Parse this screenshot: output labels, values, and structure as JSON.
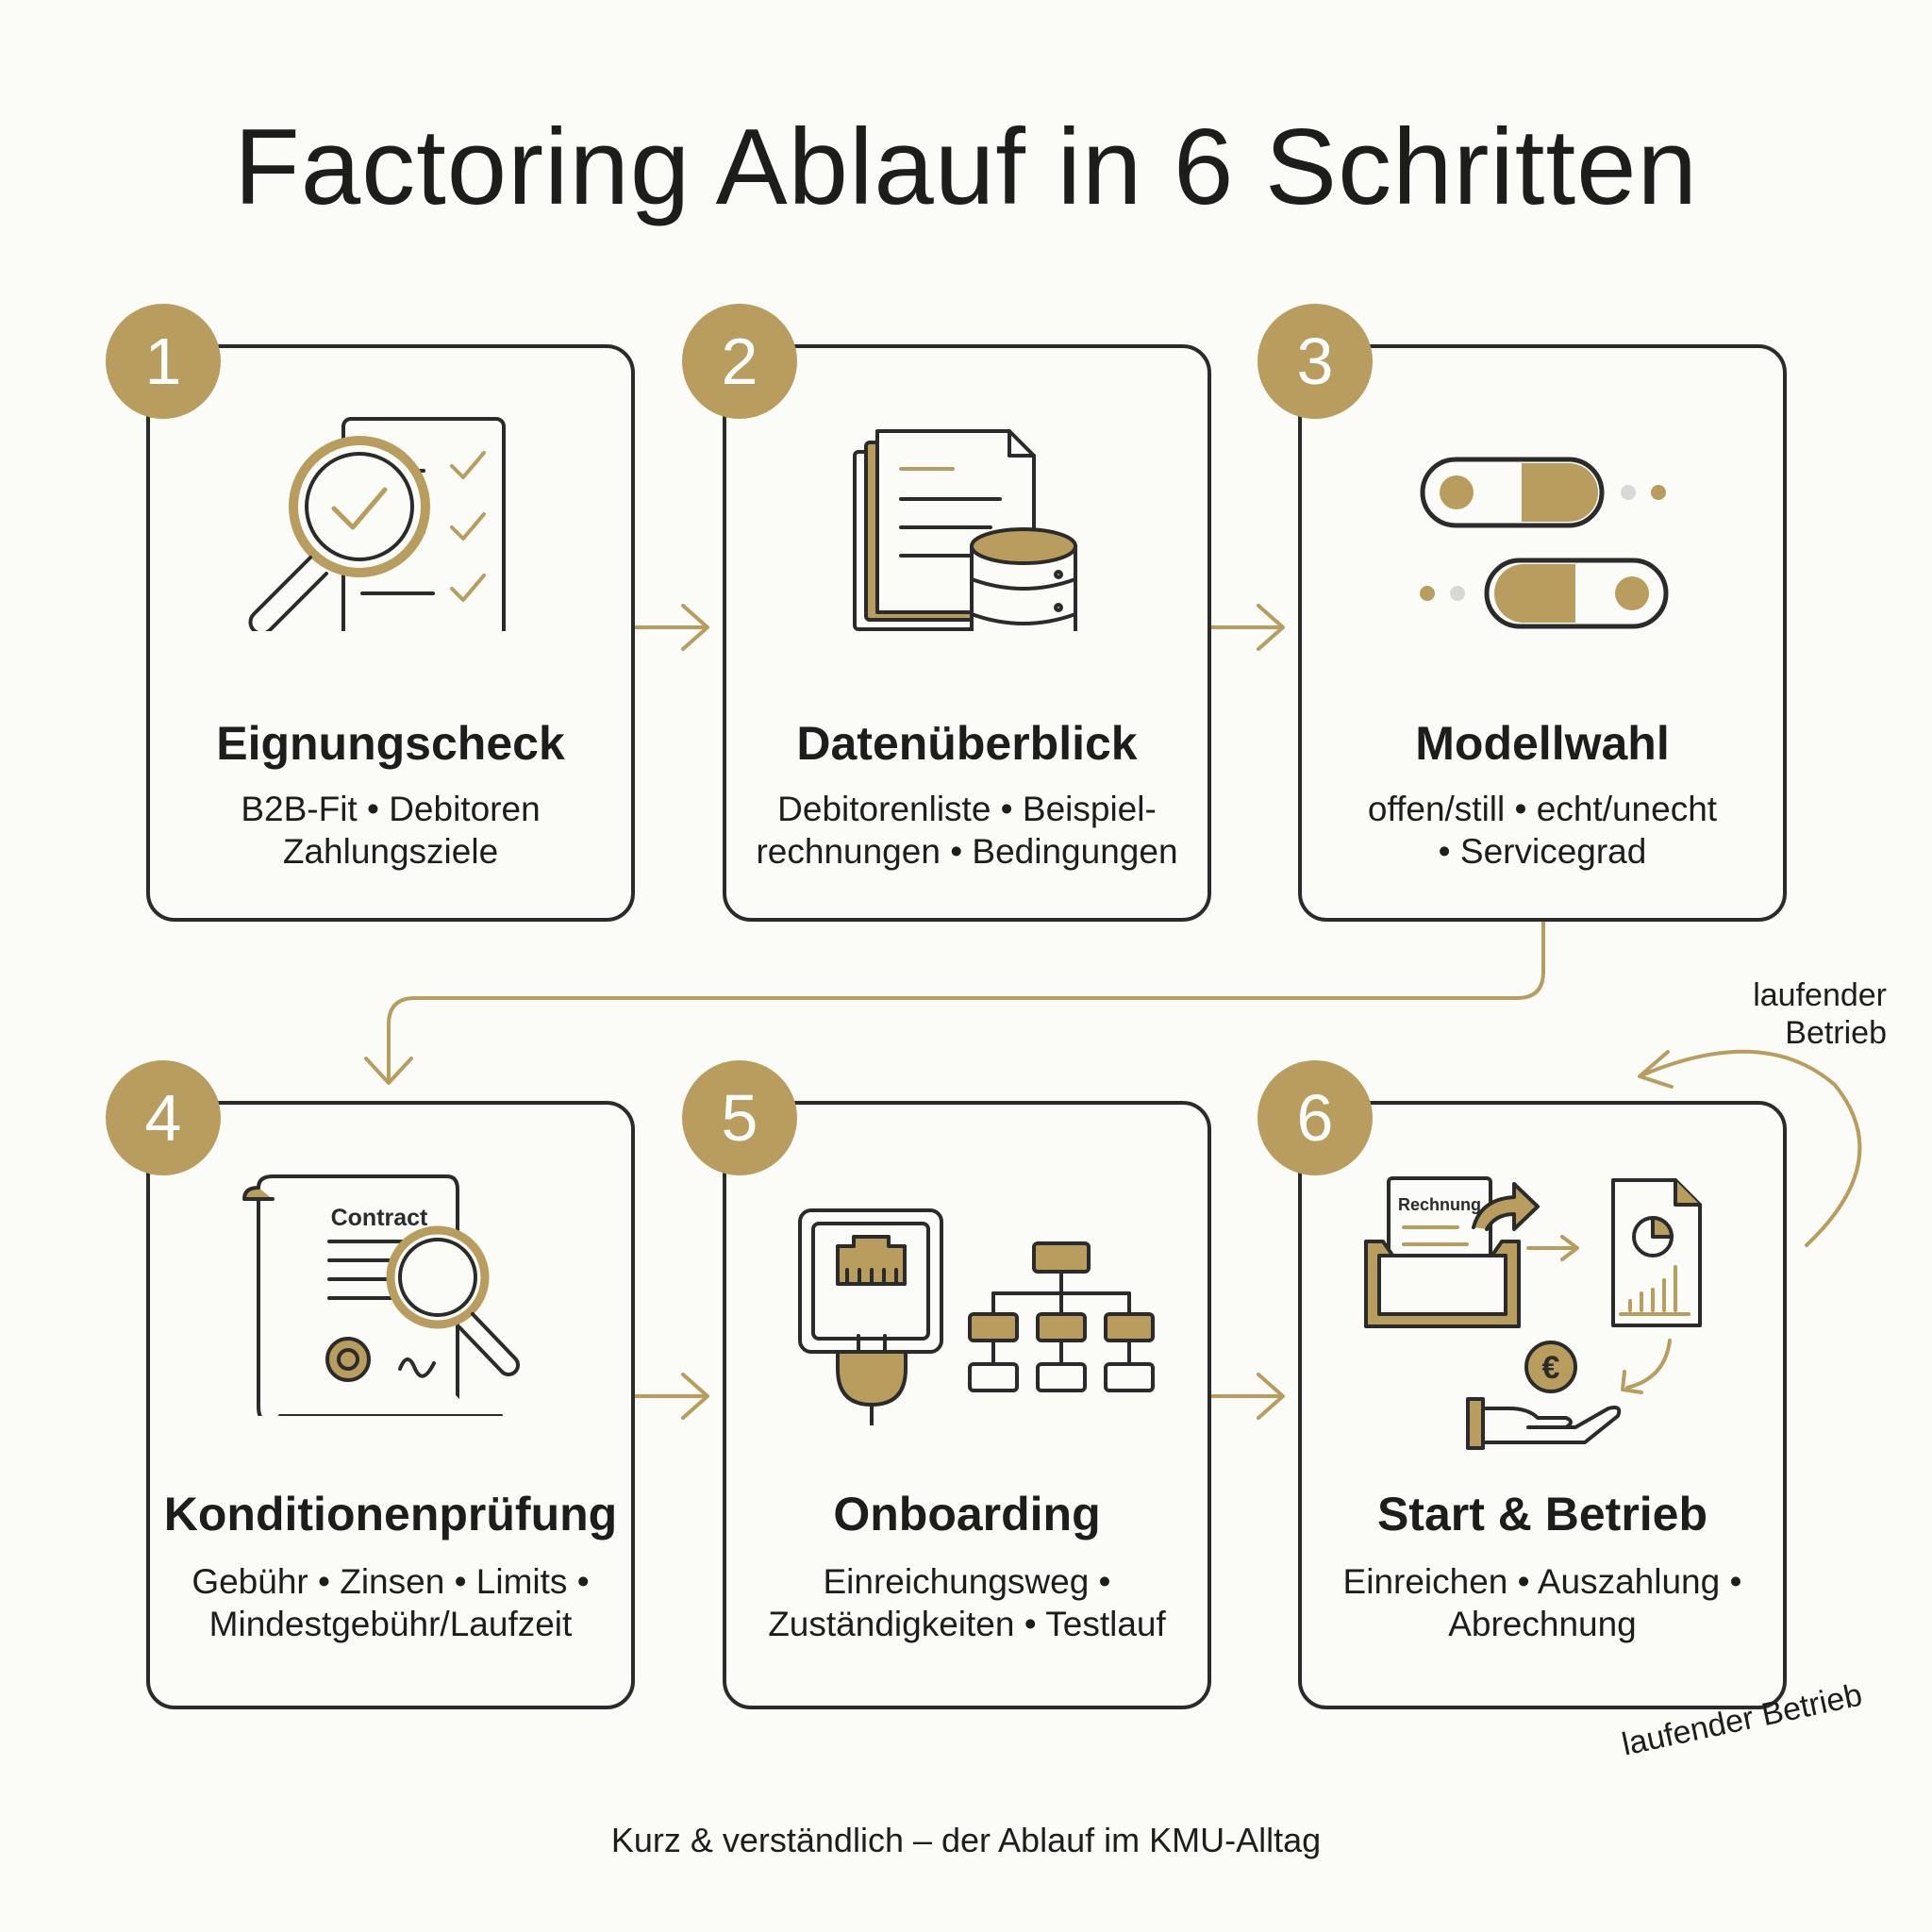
{
  "title": "Factoring Ablauf in 6 Schritten",
  "colors": {
    "gold": "#b89d5e",
    "ink": "#2b2b2b",
    "background": "#fbfbf8"
  },
  "steps": [
    {
      "number": "1",
      "title": "Eignungscheck",
      "sub1": "B2B-Fit • Debitoren",
      "sub2": "Zahlungsziele",
      "icon": "magnifier-checklist-icon"
    },
    {
      "number": "2",
      "title": "Datenüberblick",
      "sub1": "Debitorenliste • Beispiel-",
      "sub2": "rechnungen • Bedingungen",
      "icon": "documents-database-icon"
    },
    {
      "number": "3",
      "title": "Modellwahl",
      "sub1": "offen/still • echt/unecht",
      "sub2": "• Servicegrad",
      "icon": "toggle-switches-icon"
    },
    {
      "number": "4",
      "title": "Konditionenprüfung",
      "sub1": "Gebühr • Zinsen • Limits •",
      "sub2": "Mindestgebühr/Laufzeit",
      "icon": "contract-magnifier-icon",
      "contract_label": "Contract"
    },
    {
      "number": "5",
      "title": "Onboarding",
      "sub1": "Einreichungsweg •",
      "sub2": "Zuständigkeiten • Testlauf",
      "icon": "plug-network-icon"
    },
    {
      "number": "6",
      "title": "Start & Betrieb",
      "sub1": "Einreichen • Auszahlung •",
      "sub2": "Abrechnung",
      "icon": "invoice-payout-icon",
      "invoice_label": "Rechnung",
      "currency_symbol": "€"
    }
  ],
  "loop_label_top_1": "laufender",
  "loop_label_top_2": "Betrieb",
  "loop_label_bottom": "laufender Betrieb",
  "footer": "Kurz & verständlich – der Ablauf im KMU-Alltag"
}
